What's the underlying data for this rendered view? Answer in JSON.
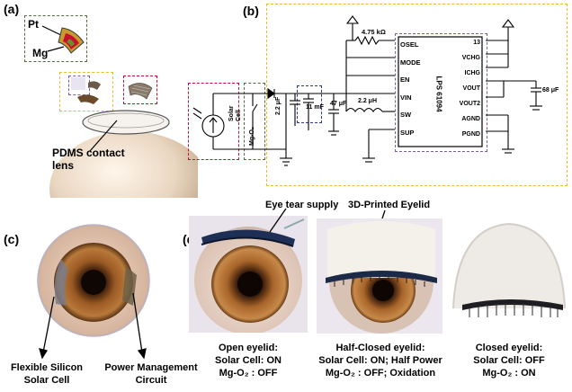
{
  "panels": {
    "a": {
      "label": "(a)",
      "pt": "Pt",
      "mg": "Mg",
      "lens": "PDMS contact\nlens"
    },
    "b": {
      "label": "(b)"
    },
    "c": {
      "label": "(c)",
      "solar": "Flexible Silicon\nSolar Cell",
      "pmc": "Power Management\nCircuit"
    },
    "d": {
      "label": "(d)",
      "tear": "Eye tear supply",
      "eyelid": "3D-Printed Eyelid"
    }
  },
  "circuit": {
    "chip": "LPS 61094",
    "pins_left": [
      "OSEL",
      "MODE",
      "EN",
      "VIN",
      "SW",
      "SUP"
    ],
    "pins_right": [
      "13",
      "VCHG",
      "ICHG",
      "VOUT",
      "VOUT2",
      "AGND",
      "PGND"
    ],
    "resistor": "4.75 kΩ",
    "c1": "2.2 μF",
    "c2": "11 mF",
    "c3": "47 μF",
    "inductor": "2.2 μH",
    "c4": "68 μF",
    "solar_label": "Solar\nCell",
    "mgo2_label": "Mg-O₂"
  },
  "captions": [
    {
      "title": "Open eyelid:",
      "line1": "Solar Cell: ON",
      "line2": "Mg-O₂ : OFF"
    },
    {
      "title": "Half-Closed eyelid:",
      "line1": "Solar Cell: ON; Half Power",
      "line2": "Mg-O₂ : OFF; Oxidation"
    },
    {
      "title": "Closed eyelid:",
      "line1": "Solar Cell: OFF",
      "line2": "Mg-O₂ : ON"
    }
  ],
  "colors": {
    "yellow": "#f2b731",
    "red": "#c8102e",
    "green": "#556b3a",
    "purple": "#7b5aa6",
    "navy": "#2b3a8f"
  }
}
